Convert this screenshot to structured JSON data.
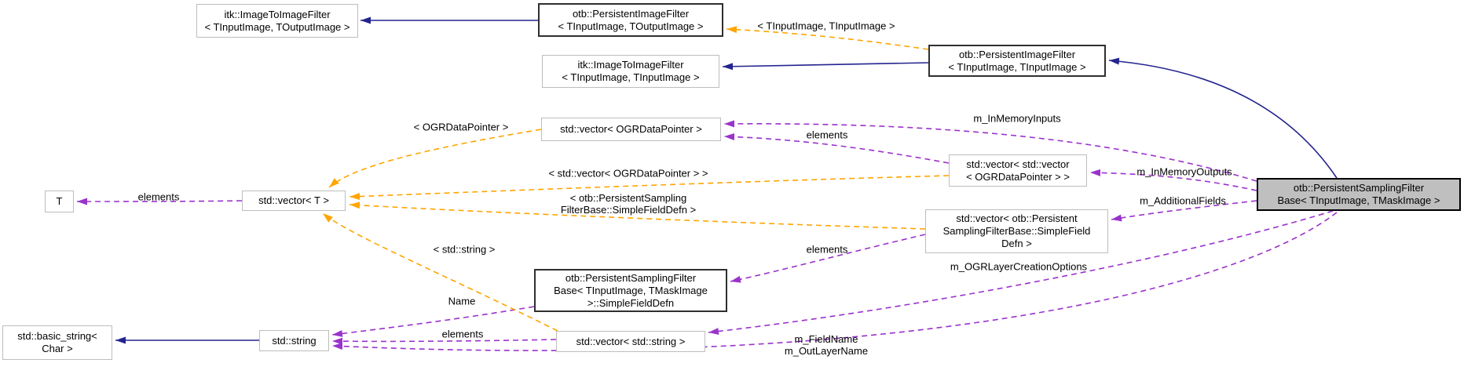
{
  "nodes": {
    "itk_image_to_image_filter_output": {
      "lines": [
        "itk::ImageToImageFilter",
        "< TInputImage, TOutputImage >"
      ]
    },
    "otb_persistent_image_filter_output": {
      "lines": [
        "otb::PersistentImageFilter",
        "< TInputImage, TOutputImage >"
      ]
    },
    "itk_image_to_image_filter_input": {
      "lines": [
        "itk::ImageToImageFilter",
        "< TInputImage, TInputImage >"
      ]
    },
    "otb_persistent_image_filter_input": {
      "lines": [
        "otb::PersistentImageFilter",
        "< TInputImage, TInputImage >"
      ]
    },
    "vector_ogr_data_pointer": {
      "lines": [
        "std::vector< OGRDataPointer >"
      ]
    },
    "vector_vector_ogr_data_pointer": {
      "lines": [
        "std::vector< std::vector",
        "< OGRDataPointer > >"
      ]
    },
    "vector_t": {
      "lines": [
        "std::vector< T >"
      ]
    },
    "t": {
      "lines": [
        "T"
      ]
    },
    "vector_simple_field_defn": {
      "lines": [
        "std::vector< otb::Persistent",
        "SamplingFilterBase::SimpleField",
        "Defn >"
      ]
    },
    "main": {
      "lines": [
        "otb::PersistentSamplingFilter",
        "Base< TInputImage, TMaskImage >"
      ]
    },
    "simple_field_defn": {
      "lines": [
        "otb::PersistentSamplingFilter",
        "Base< TInputImage, TMaskImage",
        ">::SimpleFieldDefn"
      ]
    },
    "basic_string": {
      "lines": [
        "std::basic_string<",
        "Char >"
      ]
    },
    "std_string": {
      "lines": [
        "std::string"
      ]
    },
    "vector_string": {
      "lines": [
        "std::vector< std::string >"
      ]
    }
  },
  "edge_labels": {
    "template_tinput_tinput": "< TInputImage, TInputImage >",
    "m_in_memory_inputs": "m_InMemoryInputs",
    "elements_vector_vector": "elements",
    "m_in_memory_outputs": "m_InMemoryOutputs",
    "m_additional_fields": "m_AdditionalFields",
    "template_ogr_data_pointer": "< OGRDataPointer >",
    "template_vector_ogr_data_pointer": "< std::vector< OGRDataPointer > >",
    "template_simple_field_defn_line1": "< otb::PersistentSampling",
    "template_simple_field_defn_line2": "FilterBase::SimpleFieldDefn >",
    "template_std_string": "< std::string >",
    "elements_vector_sfd": "elements",
    "m_ogr_layer_creation_options": "m_OGRLayerCreationOptions",
    "name": "Name",
    "elements_vector_string": "elements",
    "m_field_name": "m_FieldName",
    "m_out_layer_name": "m_OutLayerName",
    "elements_vector_t": "elements"
  },
  "colors": {
    "inheritance_edge": "#24248f",
    "usage_edge": "#9a32cc",
    "template_edge": "#ffa500",
    "main_node_fill": "#bfbfbf",
    "bold_node_border": "#2f2f2f",
    "plain_node_border": "#bdbdbd"
  }
}
